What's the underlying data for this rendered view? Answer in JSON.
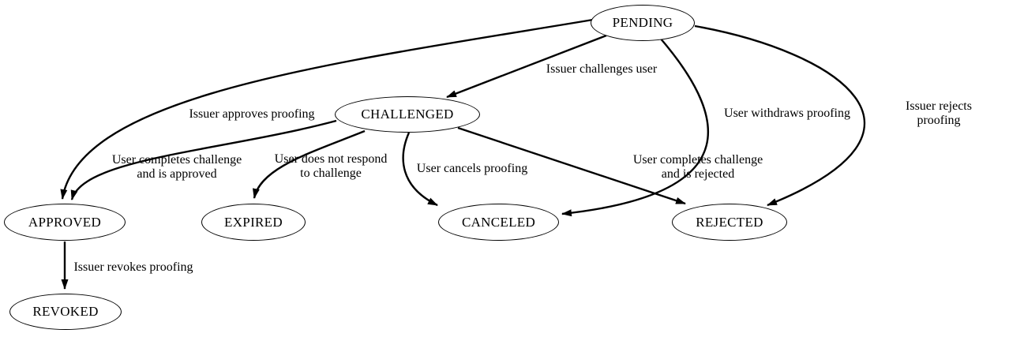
{
  "colors": {
    "background": "#ffffff",
    "node_fill": "#ffffff",
    "stroke": "#000000",
    "text": "#000000"
  },
  "diagram": {
    "type": "state-transition-graph",
    "nodes": {
      "pending": {
        "label": "PENDING"
      },
      "challenged": {
        "label": "CHALLENGED"
      },
      "approved": {
        "label": "APPROVED"
      },
      "expired": {
        "label": "EXPIRED"
      },
      "canceled": {
        "label": "CANCELED"
      },
      "rejected": {
        "label": "REJECTED"
      },
      "revoked": {
        "label": "REVOKED"
      }
    },
    "edges": {
      "pending_challenged": {
        "from": "PENDING",
        "to": "CHALLENGED",
        "label": "Issuer challenges user"
      },
      "pending_approved": {
        "from": "PENDING",
        "to": "APPROVED",
        "label": "Issuer approves proofing"
      },
      "pending_canceled": {
        "from": "PENDING",
        "to": "CANCELED",
        "label": "User withdraws proofing"
      },
      "pending_rejected": {
        "from": "PENDING",
        "to": "REJECTED",
        "label": "Issuer rejects proofing"
      },
      "challenged_approved": {
        "from": "CHALLENGED",
        "to": "APPROVED",
        "label": "User completes challenge\nand is approved"
      },
      "challenged_expired": {
        "from": "CHALLENGED",
        "to": "EXPIRED",
        "label": "User does not respond\nto challenge"
      },
      "challenged_canceled": {
        "from": "CHALLENGED",
        "to": "CANCELED",
        "label": "User cancels proofing"
      },
      "challenged_rejected": {
        "from": "CHALLENGED",
        "to": "REJECTED",
        "label": "User completes challenge\nand is rejected"
      },
      "approved_revoked": {
        "from": "APPROVED",
        "to": "REVOKED",
        "label": "Issuer revokes proofing"
      }
    }
  }
}
